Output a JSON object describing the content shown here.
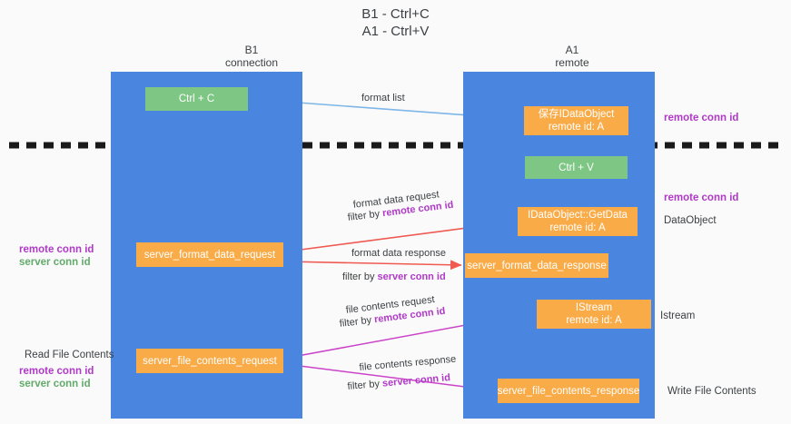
{
  "title": {
    "line1": "B1 - Ctrl+C",
    "line2": "A1 - Ctrl+V"
  },
  "columns": [
    {
      "name": "B1",
      "role": "connection"
    },
    {
      "name": "A1",
      "role": "remote"
    }
  ],
  "nodes": {
    "ctrl_c": {
      "label": "Ctrl + C",
      "color": "#7dc684"
    },
    "store_dataobject": {
      "label": "保存IDataObject",
      "sub": "remote id: A",
      "color": "#f9ab48"
    },
    "ctrl_v": {
      "label": "Ctrl + V",
      "color": "#7dc684"
    },
    "get_data": {
      "label": "IDataObject::GetData",
      "sub": "remote id: A",
      "color": "#f9ab48"
    },
    "server_format_data_request": {
      "label": "server_format_data_request",
      "color": "#f9ab48"
    },
    "server_format_data_response": {
      "label": "server_format_data_response",
      "color": "#f9ab48"
    },
    "istream": {
      "label": "IStream",
      "sub": "remote id: A",
      "color": "#f9ab48"
    },
    "server_file_contents_request": {
      "label": "server_file_contents_request",
      "color": "#f9ab48"
    },
    "server_file_contents_response": {
      "label": "server_file_contents_response",
      "color": "#f9ab48"
    }
  },
  "edges": {
    "format_list": {
      "label": "format list"
    },
    "format_data_request": {
      "label": "format data request",
      "filter_prefix": "filter by ",
      "filter_key": "remote conn id"
    },
    "format_data_response": {
      "label": "format data response",
      "filter_prefix": "filter by ",
      "filter_key": "server conn id"
    },
    "file_contents_request": {
      "label": "file contents request",
      "filter_prefix": "filter by ",
      "filter_key": "remote conn id"
    },
    "file_contents_response": {
      "label": "file contents response",
      "filter_prefix": "filter by ",
      "filter_key": "server conn id"
    }
  },
  "annotations": {
    "right_remote_top": "remote conn id",
    "right_remote_mid": "remote conn id",
    "right_dataobject": "DataObject",
    "right_istream": "Istream",
    "right_write_file": "Write File Contents",
    "left_remote_1": "remote conn id",
    "left_server_1": "server conn id",
    "left_read_file": "Read File Contents",
    "left_remote_2": "remote conn id",
    "left_server_2": "server conn id"
  },
  "colors": {
    "lane": "#4a86e0",
    "green_node": "#7dc684",
    "orange_node": "#f9ab48",
    "purple_text": "#b039c8",
    "green_text": "#62ab6a",
    "blue_arrow": "#7eb6e8",
    "red_arrow": "#ef5a52",
    "magenta_arrow": "#cb43c9",
    "black_arrow": "#1a1a1a",
    "divider": "#1a1a1a",
    "background": "#fafafa"
  }
}
